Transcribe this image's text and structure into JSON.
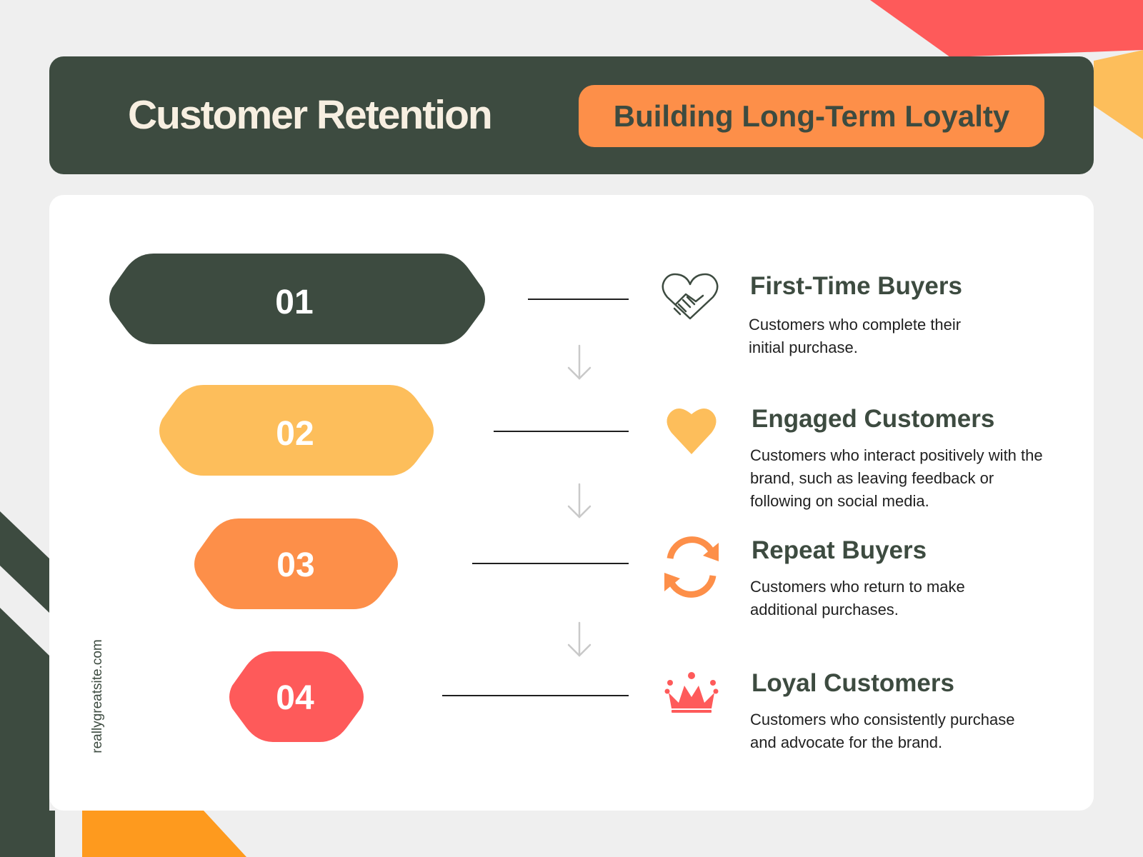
{
  "header": {
    "title": "Customer Retention",
    "subtitle": "Building Long-Term Loyalty"
  },
  "colors": {
    "dark_green": "#3d4b40",
    "yellow": "#fdbe5b",
    "orange": "#fd8f49",
    "red": "#fe5a5a",
    "cream": "#f7efe1",
    "background": "#efefef"
  },
  "steps": [
    {
      "number": "01",
      "title": "First-Time Buyers",
      "description": "Customers who complete their initial purchase.",
      "icon": "handshake-heart-icon",
      "color": "#3d4b40"
    },
    {
      "number": "02",
      "title": "Engaged Customers",
      "description": "Customers who interact positively with the brand, such as leaving feedback or following on social media.",
      "icon": "heart-icon",
      "color": "#fdbe5b"
    },
    {
      "number": "03",
      "title": "Repeat Buyers",
      "description": "Customers who return to make additional purchases.",
      "icon": "refresh-icon",
      "color": "#fd8f49"
    },
    {
      "number": "04",
      "title": "Loyal Customers",
      "description": "Customers who consistently purchase and advocate for the brand.",
      "icon": "crown-icon",
      "color": "#fe5a5a"
    }
  ],
  "footer": {
    "website": "reallygreatsite.com"
  }
}
